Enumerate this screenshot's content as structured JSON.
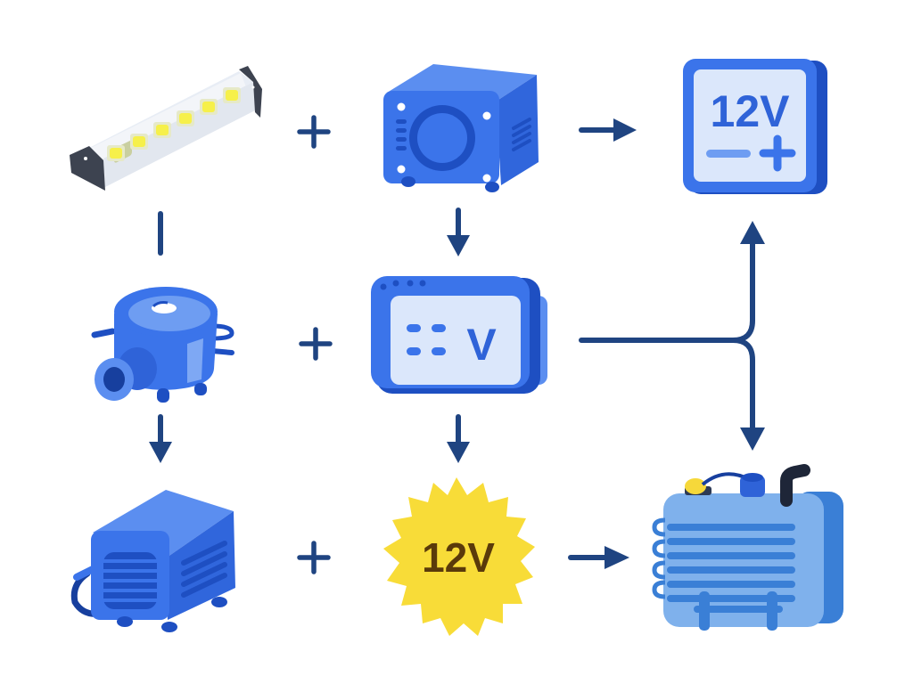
{
  "diagram": {
    "colors": {
      "connector": "#1f4481",
      "blue_primary": "#3b74ea",
      "blue_top": "#5b8ef0",
      "blue_dark": "#1e4fc2",
      "blue_light_panel": "#dbe7fb",
      "yellow_badge": "#f8dc38",
      "badge_text": "#5a3a0a",
      "led_yellow": "#f6f04a",
      "strip_end": "#3d4350"
    },
    "nodes": [
      {
        "id": "led-strip",
        "label": "LED light strip",
        "row": 1,
        "col": 1
      },
      {
        "id": "power-box",
        "label": "Speaker / power box",
        "row": 1,
        "col": 2
      },
      {
        "id": "voltage-display-12v",
        "label": "12V display",
        "text": "12V",
        "row": 1,
        "col": 3
      },
      {
        "id": "water-pump",
        "label": "Water pump",
        "row": 2,
        "col": 1
      },
      {
        "id": "voltmeter",
        "label": "Voltmeter",
        "text": "V",
        "row": 2,
        "col": 2
      },
      {
        "id": "charger",
        "label": "Power adapter / charger",
        "row": 3,
        "col": 1
      },
      {
        "id": "badge-12v",
        "label": "12V badge",
        "text": "12V",
        "row": 3,
        "col": 2
      },
      {
        "id": "compressor",
        "label": "Cooler compressor unit",
        "row": 3,
        "col": 3
      }
    ],
    "connectors": [
      {
        "type": "plus",
        "from": "led-strip",
        "to": "power-box"
      },
      {
        "type": "arrow-right",
        "from": "power-box",
        "to": "voltage-display-12v"
      },
      {
        "type": "line",
        "from": "led-strip",
        "to": "water-pump"
      },
      {
        "type": "arrow-down",
        "from": "power-box",
        "to": "voltmeter"
      },
      {
        "type": "plus",
        "from": "water-pump",
        "to": "voltmeter"
      },
      {
        "type": "split-arrow",
        "from": "voltmeter",
        "to": [
          "voltage-display-12v",
          "compressor"
        ]
      },
      {
        "type": "arrow-down",
        "from": "water-pump",
        "to": "charger"
      },
      {
        "type": "arrow-down",
        "from": "voltmeter",
        "to": "badge-12v"
      },
      {
        "type": "plus",
        "from": "charger",
        "to": "badge-12v"
      },
      {
        "type": "arrow-right",
        "from": "badge-12v",
        "to": "compressor"
      }
    ],
    "texts": {
      "display_12v": "12V",
      "voltmeter_unit": "V",
      "badge_12v": "12V"
    }
  }
}
